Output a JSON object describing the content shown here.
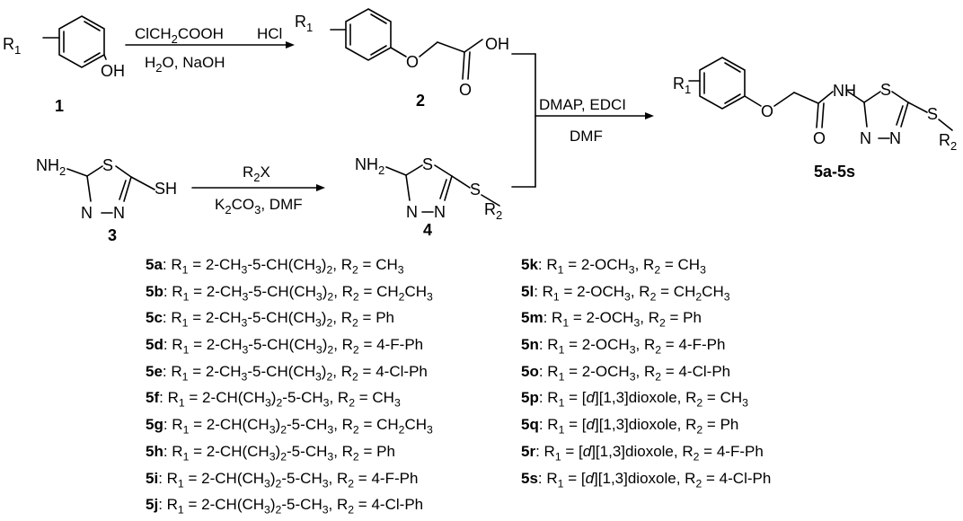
{
  "atoms": {
    "r1": "R1",
    "oh": "OH",
    "o": "O",
    "h": "H",
    "nh2": "NH2",
    "s": "S",
    "sh": "SH",
    "n": "N",
    "nh": "NH",
    "r2": "R2"
  },
  "reagents": {
    "step1_top": "ClCH2COOH",
    "step1_bottom": "H2O, NaOH",
    "step1_acid": "HCl",
    "step2_top": "R2X",
    "step2_bottom": "K2CO3, DMF",
    "step3_top": "DMAP, EDCI",
    "step3_bottom": "DMF"
  },
  "compounds": {
    "c1": "1",
    "c2": "2",
    "c3": "3",
    "c4": "4",
    "c5": "5a-5s"
  },
  "legend_left": [
    {
      "id": "5a",
      "r1": "2-CH3-5-CH(CH3)2",
      "r2": "CH3"
    },
    {
      "id": "5b",
      "r1": "2-CH3-5-CH(CH3)2",
      "r2": "CH2CH3"
    },
    {
      "id": "5c",
      "r1": "2-CH3-5-CH(CH3)2",
      "r2": "Ph"
    },
    {
      "id": "5d",
      "r1": "2-CH3-5-CH(CH3)2",
      "r2": "4-F-Ph"
    },
    {
      "id": "5e",
      "r1": "2-CH3-5-CH(CH3)2",
      "r2": "4-Cl-Ph"
    },
    {
      "id": "5f",
      "r1": "2-CH(CH3)2-5-CH3",
      "r2": "CH3"
    },
    {
      "id": "5g",
      "r1": "2-CH(CH3)2-5-CH3",
      "r2": "CH2CH3"
    },
    {
      "id": "5h",
      "r1": "2-CH(CH3)2-5-CH3",
      "r2": "Ph"
    },
    {
      "id": "5i",
      "r1": "2-CH(CH3)2-5-CH3",
      "r2": "4-F-Ph"
    },
    {
      "id": "5j",
      "r1": "2-CH(CH3)2-5-CH3",
      "r2": "4-Cl-Ph"
    }
  ],
  "legend_right": [
    {
      "id": "5k",
      "r1": "2-OCH3",
      "r2": "CH3"
    },
    {
      "id": "5l",
      "r1": "2-OCH3",
      "r2": "CH2CH3"
    },
    {
      "id": "5m",
      "r1": "2-OCH3",
      "r2": "Ph"
    },
    {
      "id": "5n",
      "r1": "2-OCH3",
      "r2": "4-F-Ph"
    },
    {
      "id": "5o",
      "r1": "2-OCH3",
      "r2": "4-Cl-Ph"
    },
    {
      "id": "5p",
      "r1": "[d][1,3]dioxole",
      "r2": "CH3"
    },
    {
      "id": "5q",
      "r1": "[d][1,3]dioxole",
      "r2": "Ph"
    },
    {
      "id": "5r",
      "r1": "[d][1,3]dioxole",
      "r2": "4-F-Ph"
    },
    {
      "id": "5s",
      "r1": "[d][1,3]dioxole",
      "r2": "4-Cl-Ph"
    }
  ]
}
